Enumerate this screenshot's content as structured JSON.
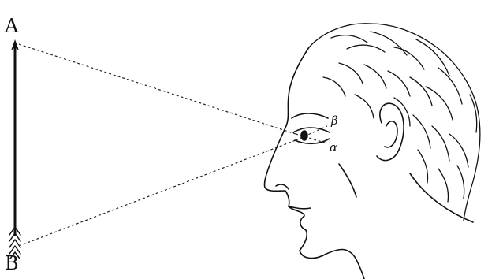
{
  "labels": {
    "top_point": "A",
    "bottom_point": "B",
    "eye_upper": "β",
    "eye_lower": "α"
  }
}
